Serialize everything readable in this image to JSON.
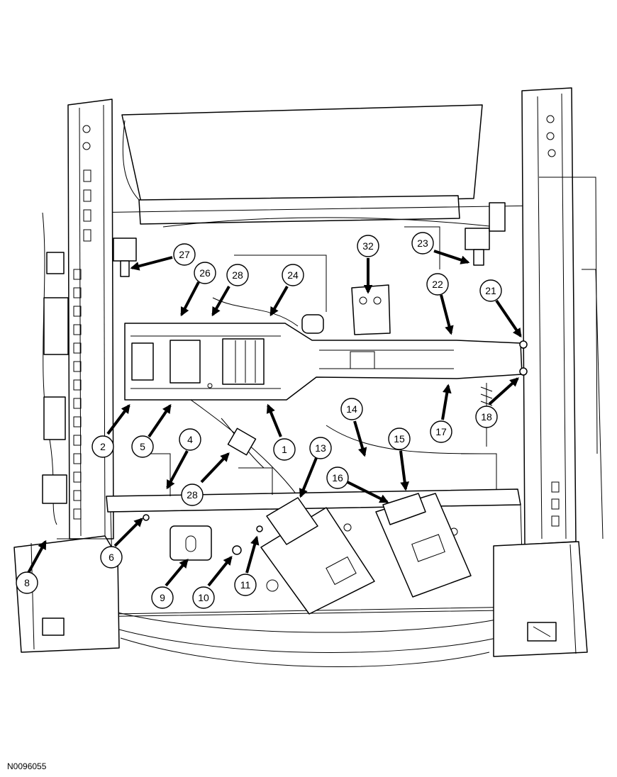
{
  "figure_id": "N0096055",
  "callouts": [
    {
      "id": "c1",
      "label": "1"
    },
    {
      "id": "c2",
      "label": "2"
    },
    {
      "id": "c4",
      "label": "4"
    },
    {
      "id": "c5",
      "label": "5"
    },
    {
      "id": "c6",
      "label": "6"
    },
    {
      "id": "c8",
      "label": "8"
    },
    {
      "id": "c9",
      "label": "9"
    },
    {
      "id": "c10",
      "label": "10"
    },
    {
      "id": "c11",
      "label": "11"
    },
    {
      "id": "c13",
      "label": "13"
    },
    {
      "id": "c14",
      "label": "14"
    },
    {
      "id": "c15",
      "label": "15"
    },
    {
      "id": "c16",
      "label": "16"
    },
    {
      "id": "c17",
      "label": "17"
    },
    {
      "id": "c18",
      "label": "18"
    },
    {
      "id": "c21",
      "label": "21"
    },
    {
      "id": "c22",
      "label": "22"
    },
    {
      "id": "c23",
      "label": "23"
    },
    {
      "id": "c24",
      "label": "24"
    },
    {
      "id": "c26",
      "label": "26"
    },
    {
      "id": "c27",
      "label": "27"
    },
    {
      "id": "c28a",
      "label": "28"
    },
    {
      "id": "c28b",
      "label": "28"
    },
    {
      "id": "c32",
      "label": "32"
    }
  ]
}
